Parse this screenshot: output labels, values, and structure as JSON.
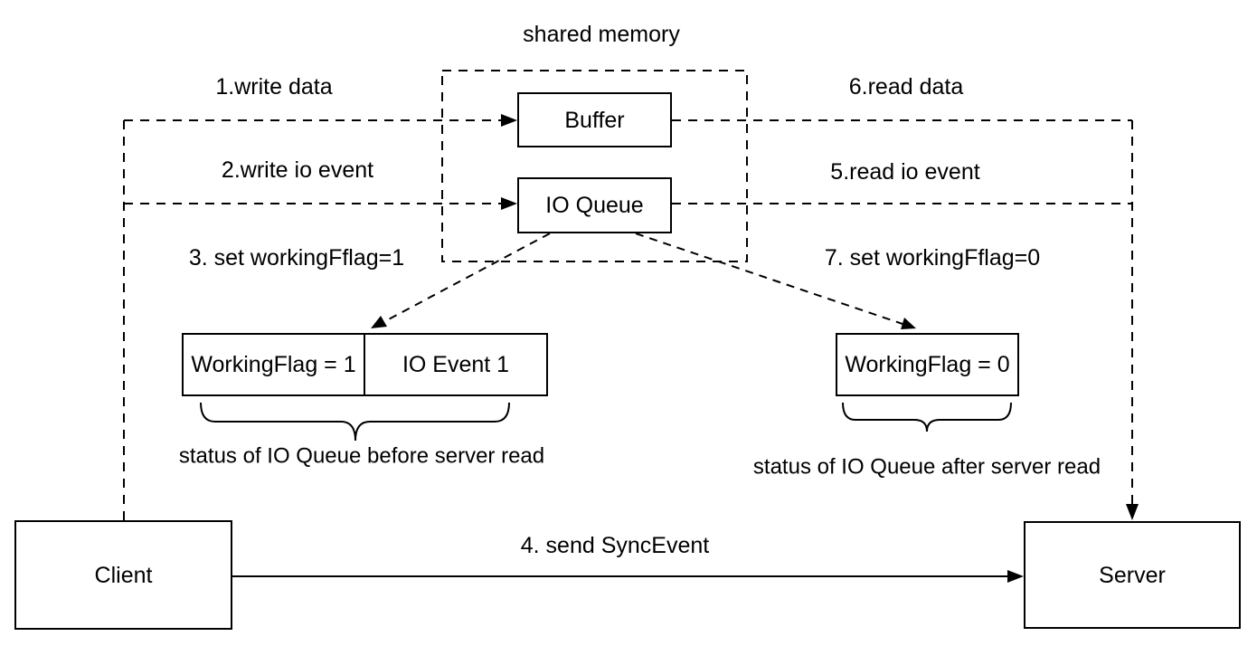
{
  "diagram": {
    "title": "shared memory",
    "boxes": {
      "buffer": "Buffer",
      "io_queue": "IO Queue",
      "working_flag_1": "WorkingFlag = 1",
      "io_event_1": "IO Event 1",
      "working_flag_0": "WorkingFlag = 0",
      "client": "Client",
      "server": "Server"
    },
    "labels": {
      "step1": "1.write data",
      "step2": "2.write io event",
      "step3": "3. set workingFflag=1",
      "step4": "4. send SyncEvent",
      "step5": "5.read io event",
      "step6": "6.read data",
      "step7": "7. set workingFflag=0",
      "caption_before": "status of IO Queue before server read",
      "caption_after": "status of IO Queue after server read"
    },
    "colors": {
      "line": "#000000",
      "background": "#ffffff",
      "box_fill": "#ffffff"
    }
  }
}
